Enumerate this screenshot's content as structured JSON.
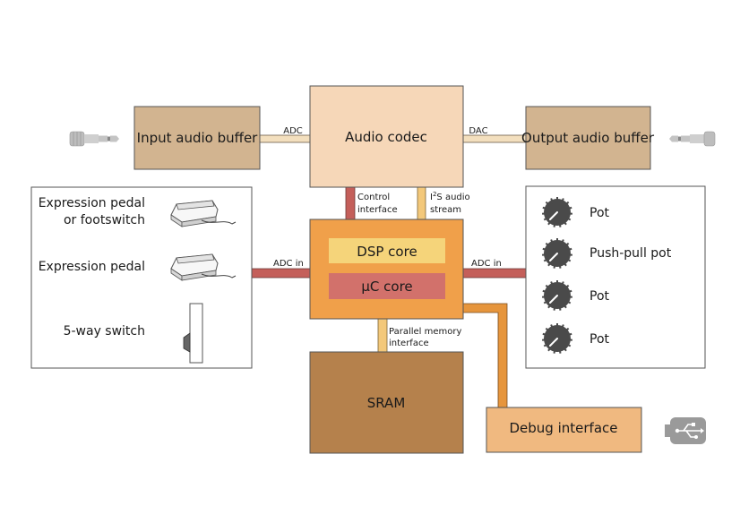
{
  "blocks": {
    "input_buffer": "Input audio buffer",
    "audio_codec": "Audio codec",
    "output_buffer": "Output audio buffer",
    "dsp_core": "DSP core",
    "uc_core": "µC core",
    "sram": "SRAM",
    "debug": "Debug interface"
  },
  "links": {
    "adc": "ADC",
    "dac": "DAC",
    "control_line1": "Control",
    "control_line2": "interface",
    "i2s_prefix": "I",
    "i2s_sup": "2",
    "i2s_rest": "S audio",
    "i2s_line2": "stream",
    "adc_in_left": "ADC in",
    "adc_in_right": "ADC in",
    "parallel_line1": "Parallel memory",
    "parallel_line2": "interface"
  },
  "inputs_panel": {
    "item1_line1": "Expression pedal",
    "item1_line2": "or footswitch",
    "item2": "Expression pedal",
    "item3": "5-way switch"
  },
  "controls_panel": {
    "pot1": "Pot",
    "pot2": "Push-pull pot",
    "pot3": "Pot",
    "pot4": "Pot"
  },
  "icons": {
    "jack": "audio-jack-icon",
    "pedal": "pedal-icon",
    "switch": "five-way-switch-icon",
    "knob": "knob-icon",
    "usb": "usb-icon"
  },
  "colors": {
    "codec": "#f6d7b8",
    "buffer": "#d2b490",
    "main": "#f0a04a",
    "dsp": "#f5d47a",
    "uc": "#d2716b",
    "sram": "#b5814c",
    "debug": "#f0b980",
    "red_bus": "#c45f5a",
    "yellow_bus": "#f3c87a",
    "cream_bus": "#f3dfbe",
    "orange_bus": "#e6953c"
  }
}
